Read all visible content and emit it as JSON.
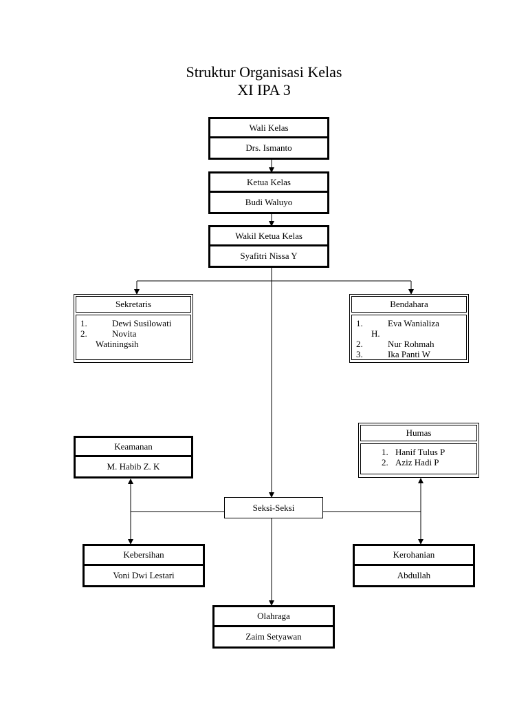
{
  "title": {
    "line1": "Struktur Organisasi Kelas",
    "line2": "XI IPA 3"
  },
  "wali": {
    "label": "Wali Kelas",
    "name": "Drs. Ismanto"
  },
  "ketua": {
    "label": "Ketua Kelas",
    "name": "Budi Waluyo"
  },
  "wakil": {
    "label": "Wakil Ketua Kelas",
    "name": "Syafitri Nissa Y"
  },
  "sekretaris": {
    "label": "Sekretaris",
    "items": [
      {
        "num": "1.",
        "name": "Dewi Susilowati"
      },
      {
        "num": "2.",
        "name": "Novita",
        "cont": "Watiningsih"
      }
    ]
  },
  "bendahara": {
    "label": "Bendahara",
    "items": [
      {
        "num": "1.",
        "name": "Eva Wanializa",
        "cont": "H."
      },
      {
        "num": "2.",
        "name": "Nur Rohmah"
      },
      {
        "num": "3.",
        "name": "Ika Panti W"
      }
    ]
  },
  "keamanan": {
    "label": "Keamanan",
    "name": "M. Habib Z. K"
  },
  "humas": {
    "label": "Humas",
    "items": [
      {
        "num": "1.",
        "name": "Hanif Tulus P"
      },
      {
        "num": "2.",
        "name": "Aziz Hadi P"
      }
    ]
  },
  "seksi": {
    "label": "Seksi-Seksi"
  },
  "kebersihan": {
    "label": "Kebersihan",
    "name": "Voni Dwi Lestari"
  },
  "kerohanian": {
    "label": "Kerohanian",
    "name": "Abdullah"
  },
  "olahraga": {
    "label": "Olahraga",
    "name": "Zaim Setyawan"
  }
}
